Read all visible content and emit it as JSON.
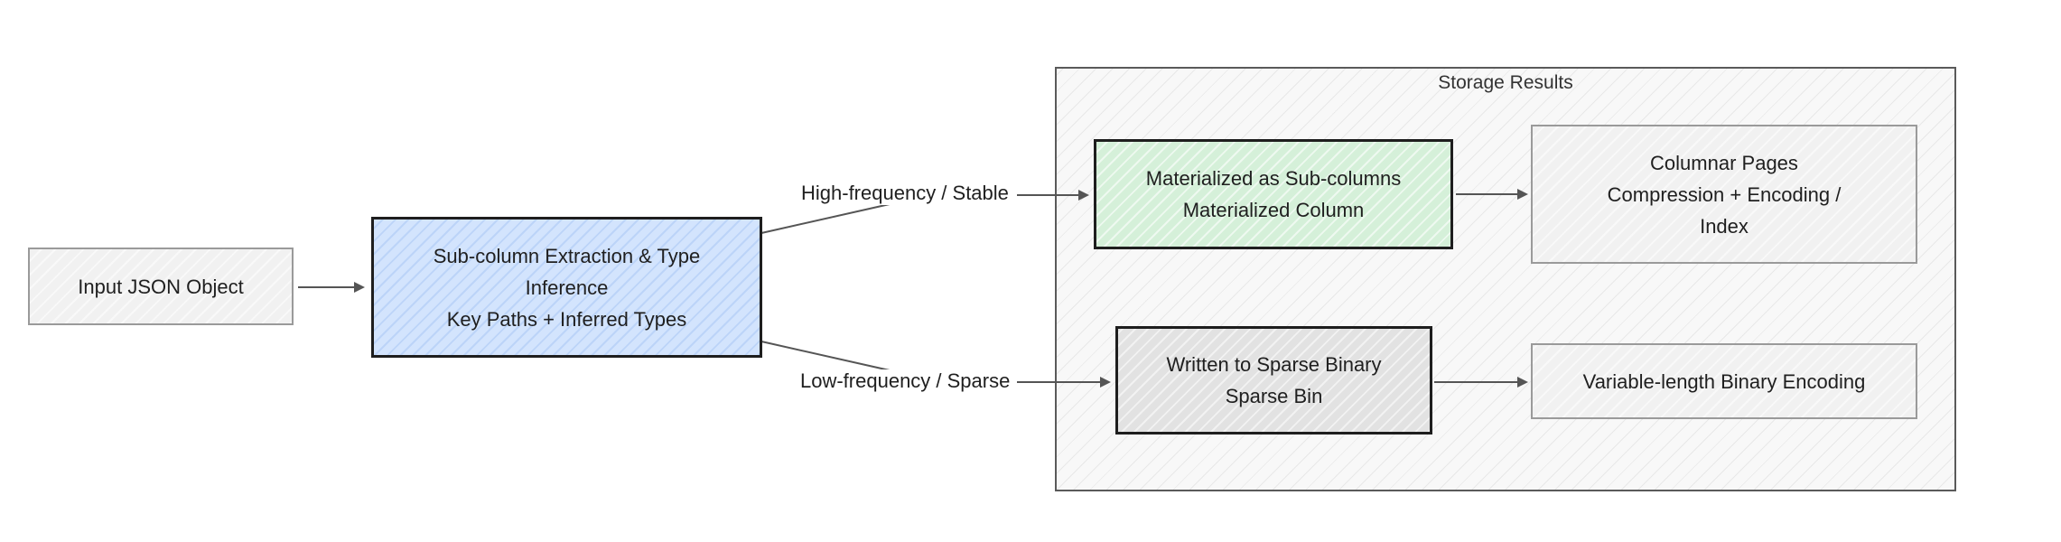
{
  "nodes": {
    "input": {
      "label": "Input JSON Object"
    },
    "extraction": {
      "label": "Sub-column Extraction & Type\nInference\nKey Paths + Inferred Types"
    },
    "materialized": {
      "label": "Materialized as Sub-columns\nMaterialized Column"
    },
    "sparse": {
      "label": "Written to Sparse Binary\nSparse Bin"
    },
    "columnar": {
      "label": "Columnar Pages\nCompression + Encoding /\nIndex"
    },
    "varlen": {
      "label": "Variable-length Binary Encoding"
    }
  },
  "group": {
    "title": "Storage Results"
  },
  "edges": {
    "high": {
      "label": "High-frequency / Stable"
    },
    "low": {
      "label": "Low-frequency / Sparse"
    }
  },
  "colors": {
    "extraction_fill": "#d3e4fd",
    "materialized_fill": "#d5f0d9",
    "neutral_fill": "#f1f1f1",
    "arrow": "#555555"
  }
}
